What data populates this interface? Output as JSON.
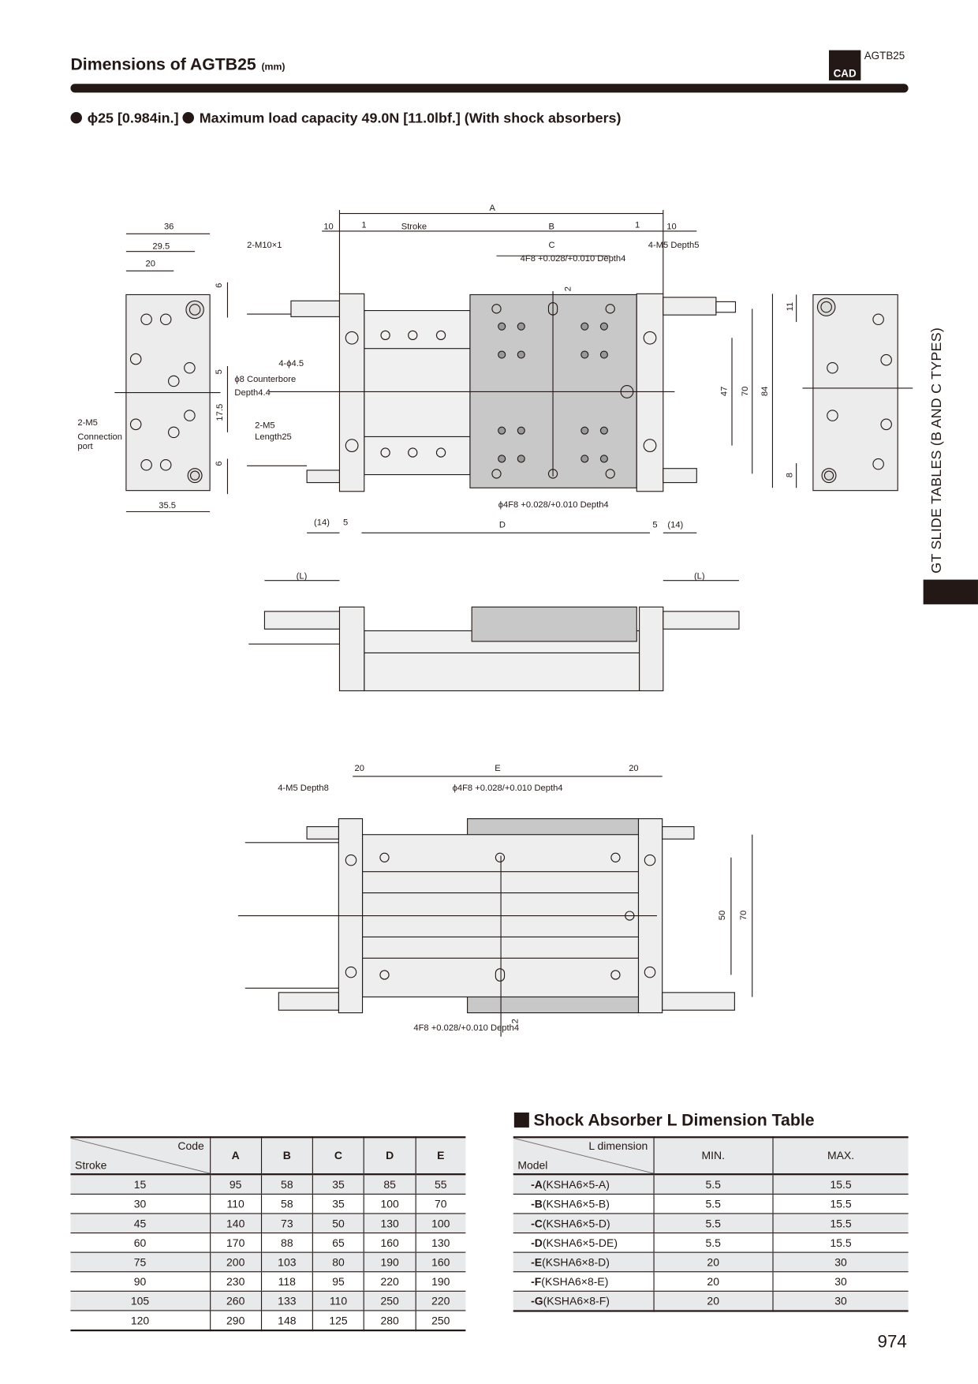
{
  "header": {
    "title": "Dimensions of AGTB25",
    "unit": "(mm)",
    "cad_badge": "CAD",
    "model_code": "AGTB25"
  },
  "spec": {
    "bore": "ϕ25 [0.984in.]",
    "load": "Maximum load capacity 49.0N [11.0lbf.] (With shock absorbers)"
  },
  "side_tab": "GT SLIDE TABLES (B AND C TYPES)",
  "drawing": {
    "top": [
      "36",
      "29.5",
      "20",
      "6",
      "5",
      "17.5",
      "6",
      "35.5",
      "2-M5",
      "Connection",
      "port",
      "2-M10×1",
      "4-ϕ4.5",
      "ϕ8 Counterbore",
      "Depth4.4",
      "2-M5",
      "Length25",
      "A",
      "10",
      "1",
      "Stroke",
      "B",
      "1",
      "10",
      "C",
      "4F8 +0.028/+0.010 Depth4",
      "4-M5 Depth5",
      "2",
      "47",
      "70",
      "84",
      "11",
      "8",
      "ϕ4F8 +0.028/+0.010 Depth4",
      "(14)",
      "5",
      "D",
      "5",
      "(14)"
    ],
    "side": [
      "(L)",
      "(L)"
    ],
    "bottom": [
      "20",
      "E",
      "20",
      "4-M5 Depth8",
      "ϕ4F8 +0.028/+0.010 Depth4",
      "50",
      "70",
      "4F8 +0.028/+0.010 Depth4",
      "2"
    ]
  },
  "stroke_table": {
    "corner_top": "Code",
    "corner_bottom": "Stroke",
    "columns": [
      "A",
      "B",
      "C",
      "D",
      "E"
    ],
    "rows": [
      [
        "15",
        "95",
        "58",
        "35",
        "85",
        "55"
      ],
      [
        "30",
        "110",
        "58",
        "35",
        "100",
        "70"
      ],
      [
        "45",
        "140",
        "73",
        "50",
        "130",
        "100"
      ],
      [
        "60",
        "170",
        "88",
        "65",
        "160",
        "130"
      ],
      [
        "75",
        "200",
        "103",
        "80",
        "190",
        "160"
      ],
      [
        "90",
        "230",
        "118",
        "95",
        "220",
        "190"
      ],
      [
        "105",
        "260",
        "133",
        "110",
        "250",
        "220"
      ],
      [
        "120",
        "290",
        "148",
        "125",
        "280",
        "250"
      ]
    ]
  },
  "shock_table": {
    "title": "Shock Absorber L Dimension Table",
    "corner_top": "L dimension",
    "corner_bottom": "Model",
    "columns": [
      "MIN.",
      "MAX."
    ],
    "rows": [
      {
        "code": "-A",
        "model": "(KSHA6×5-A)",
        "min": "5.5",
        "max": "15.5"
      },
      {
        "code": "-B",
        "model": "(KSHA6×5-B)",
        "min": "5.5",
        "max": "15.5"
      },
      {
        "code": "-C",
        "model": "(KSHA6×5-D)",
        "min": "5.5",
        "max": "15.5"
      },
      {
        "code": "-D",
        "model": "(KSHA6×5-DE)",
        "min": "5.5",
        "max": "15.5"
      },
      {
        "code": "-E",
        "model": "(KSHA6×8-D)",
        "min": "20",
        "max": "30"
      },
      {
        "code": "-F",
        "model": "(KSHA6×8-E)",
        "min": "20",
        "max": "30"
      },
      {
        "code": "-G",
        "model": "(KSHA6×8-F)",
        "min": "20",
        "max": "30"
      }
    ]
  },
  "page_number": "974"
}
